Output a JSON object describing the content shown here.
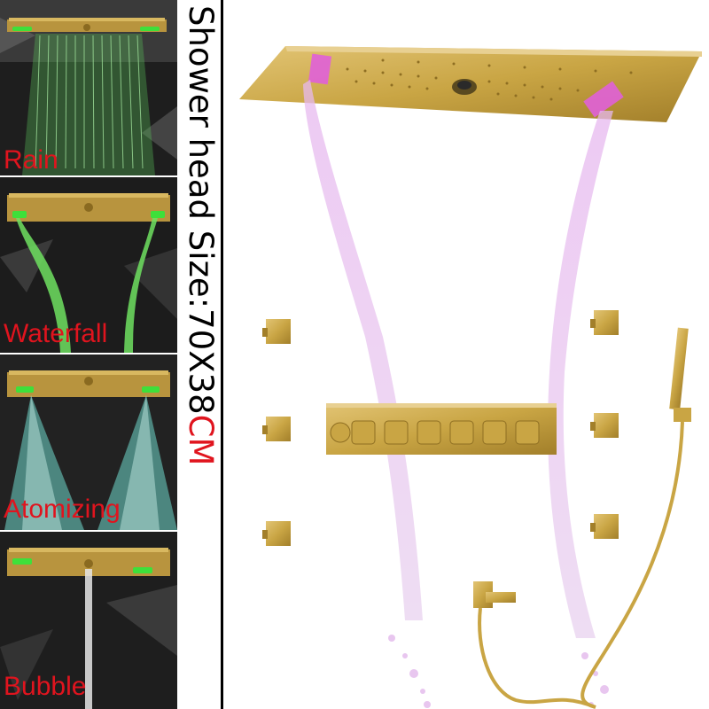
{
  "modes": [
    {
      "label": "Rain",
      "light": "#3ee03a"
    },
    {
      "label": "Waterfall",
      "light": "#3ee03a"
    },
    {
      "label": "Atomizing",
      "light": "#3ee03a",
      "mist": "#5fd8c8"
    },
    {
      "label": "Bubble",
      "light": "#3ee03a"
    }
  ],
  "title": {
    "main": "Shower head Size:70X38",
    "unit": "CM"
  },
  "colors": {
    "gold": "#c9a544",
    "gold_dark": "#a27f2a",
    "led": "#e060d8",
    "water": "#d8a8e0",
    "label_red": "#e0141e"
  },
  "icons": [
    "rain-shower-head",
    "waterfall-spout",
    "body-jet",
    "thermostatic-mixer",
    "hand-shower",
    "tub-spout"
  ]
}
